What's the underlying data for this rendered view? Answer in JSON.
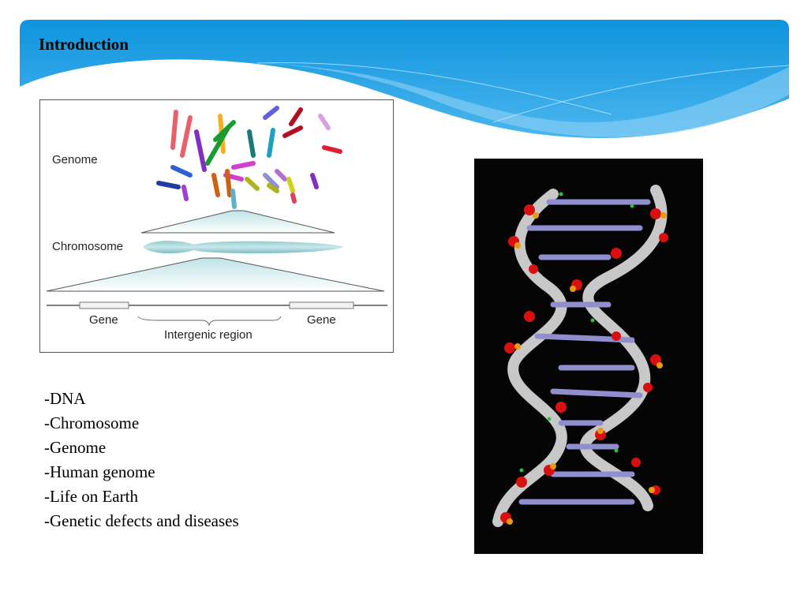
{
  "slide": {
    "title": "Introduction",
    "header_colors": {
      "top": "#0e96de",
      "bottom": "#5cbef0",
      "wave_light": "#8fd0f5"
    }
  },
  "diagram": {
    "labels": {
      "genome": "Genome",
      "chromosome": "Chromosome",
      "gene_left": "Gene",
      "gene_right": "Gene",
      "intergenic": "Intergenic region"
    }
  },
  "bullets": [
    "-DNA",
    "-Chromosome",
    "-Genome",
    "-Human genome",
    "-Life on Earth",
    "-Genetic defects and diseases"
  ],
  "dna_image": {
    "description": "DNA double helix molecular model"
  }
}
